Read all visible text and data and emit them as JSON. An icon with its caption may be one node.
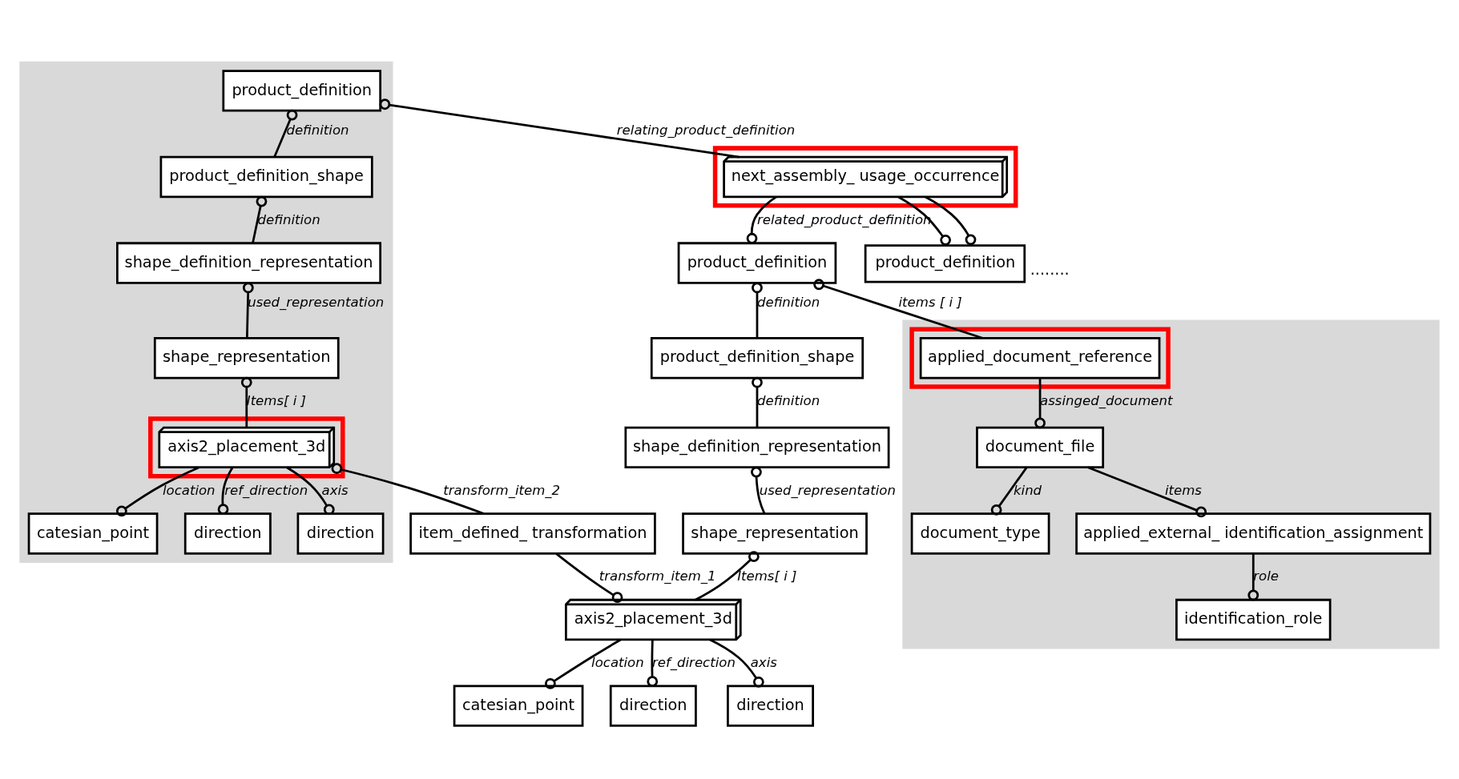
{
  "diagram": {
    "nodes": [
      {
        "text": [],
        "shape": "box"
      },
      {
        "text": [
          "product_definition"
        ],
        "in": 0
      },
      {
        "text": [
          "product_definition_shape"
        ],
        "in": 0
      },
      {
        "text": [
          "shape_definition_representation"
        ],
        "in": 0
      },
      {
        "text": [
          "shape_representation"
        ],
        "in": 0
      },
      {
        "text": [],
        "shape": "box",
        "in": 0
      },
      {
        "text": [
          "axis2_placement_3d"
        ],
        "in": 5
      },
      {
        "text": [
          "catesian_point"
        ],
        "in": 0
      },
      {
        "text": [
          "direction"
        ],
        "in": 0
      },
      {
        "text": [
          "direction"
        ],
        "in": 0
      },
      {
        "text": [],
        "shape": "box"
      },
      {
        "text": [
          "next_assembly_ usage_occurrence"
        ],
        "in": 10
      },
      {
        "text": [
          "product_definition"
        ],
        "beside": [
          "........"
        ]
      },
      {
        "text": [
          "item_defined_ transformation"
        ]
      },
      {
        "text": [
          "product_definition"
        ]
      },
      {
        "text": [
          "product_definition_shape"
        ]
      },
      {
        "text": [
          "shape_definition_representation"
        ]
      },
      {
        "text": [
          "shape_representation"
        ]
      },
      {
        "text": [
          "axis2_placement_3d"
        ]
      },
      {
        "text": [
          "catesian_point"
        ]
      },
      {
        "text": [
          "direction"
        ]
      },
      {
        "text": [
          "direction"
        ]
      },
      {
        "text": [],
        "shape": "box"
      },
      {
        "text": [],
        "shape": "box",
        "in": 22
      },
      {
        "text": [
          "applied_document_reference"
        ],
        "in": 23
      },
      {
        "text": [
          "document_file"
        ],
        "in": 22
      },
      {
        "text": [
          "document_type"
        ],
        "in": 22
      },
      {
        "text": [
          "applied_external_ identification_assignment"
        ],
        "in": 22
      },
      {
        "text": [
          "identification_role"
        ],
        "in": 22
      }
    ],
    "edges": [
      {
        "from": 11,
        "to": 1,
        "arrow": "other",
        "label": "relating_product_definition"
      },
      {
        "from": 2,
        "to": 1,
        "arrow": "other",
        "label": "definition"
      },
      {
        "from": 11,
        "to": 12,
        "arrow": "other"
      },
      {
        "from": 11,
        "to": 12,
        "arrow": "other"
      },
      {
        "from": 3,
        "to": 2,
        "arrow": "other",
        "label": "definition"
      },
      {
        "from": 11,
        "to": 14,
        "arrow": "other",
        "label": "related_product_definition"
      },
      {
        "from": 24,
        "to": 14,
        "arrow": "other",
        "label": "items [ i ]"
      },
      {
        "from": 4,
        "to": 3,
        "arrow": "other",
        "label": "used_representation"
      },
      {
        "from": 15,
        "to": 14,
        "arrow": "other",
        "label": "definition"
      },
      {
        "from": 6,
        "to": 4,
        "arrow": "other",
        "label": "Items[ i ]"
      },
      {
        "from": 13,
        "to": 6,
        "arrow": "other",
        "label": "transform_item_2"
      },
      {
        "from": 16,
        "to": 15,
        "arrow": "other",
        "label": "definition"
      },
      {
        "from": 6,
        "to": 7,
        "arrow": "other",
        "label": "location"
      },
      {
        "from": 6,
        "to": 8,
        "arrow": "other",
        "label": "ref_direction"
      },
      {
        "from": 6,
        "to": 9,
        "arrow": "other",
        "label": "axis"
      },
      {
        "from": 24,
        "to": 25,
        "arrow": "other",
        "label": "assinged_document"
      },
      {
        "from": 17,
        "to": 16,
        "arrow": "other",
        "label": "used_representation"
      },
      {
        "from": 25,
        "to": 26,
        "arrow": "other",
        "label": "kind"
      },
      {
        "from": 25,
        "to": 27,
        "arrow": "other",
        "label": "items"
      },
      {
        "from": 13,
        "to": 18,
        "arrow": "other",
        "label": "transform_item_1"
      },
      {
        "from": 18,
        "to": 17,
        "arrow": "other",
        "label": "Items[ i ]"
      },
      {
        "from": 18,
        "to": 19,
        "arrow": "other",
        "label": "location"
      },
      {
        "from": 18,
        "to": 20,
        "arrow": "other",
        "label": "ref_direction"
      },
      {
        "from": 18,
        "to": 21,
        "arrow": "other",
        "label": "axis"
      },
      {
        "from": 27,
        "to": 28,
        "arrow": "other",
        "label": "role"
      }
    ]
  }
}
